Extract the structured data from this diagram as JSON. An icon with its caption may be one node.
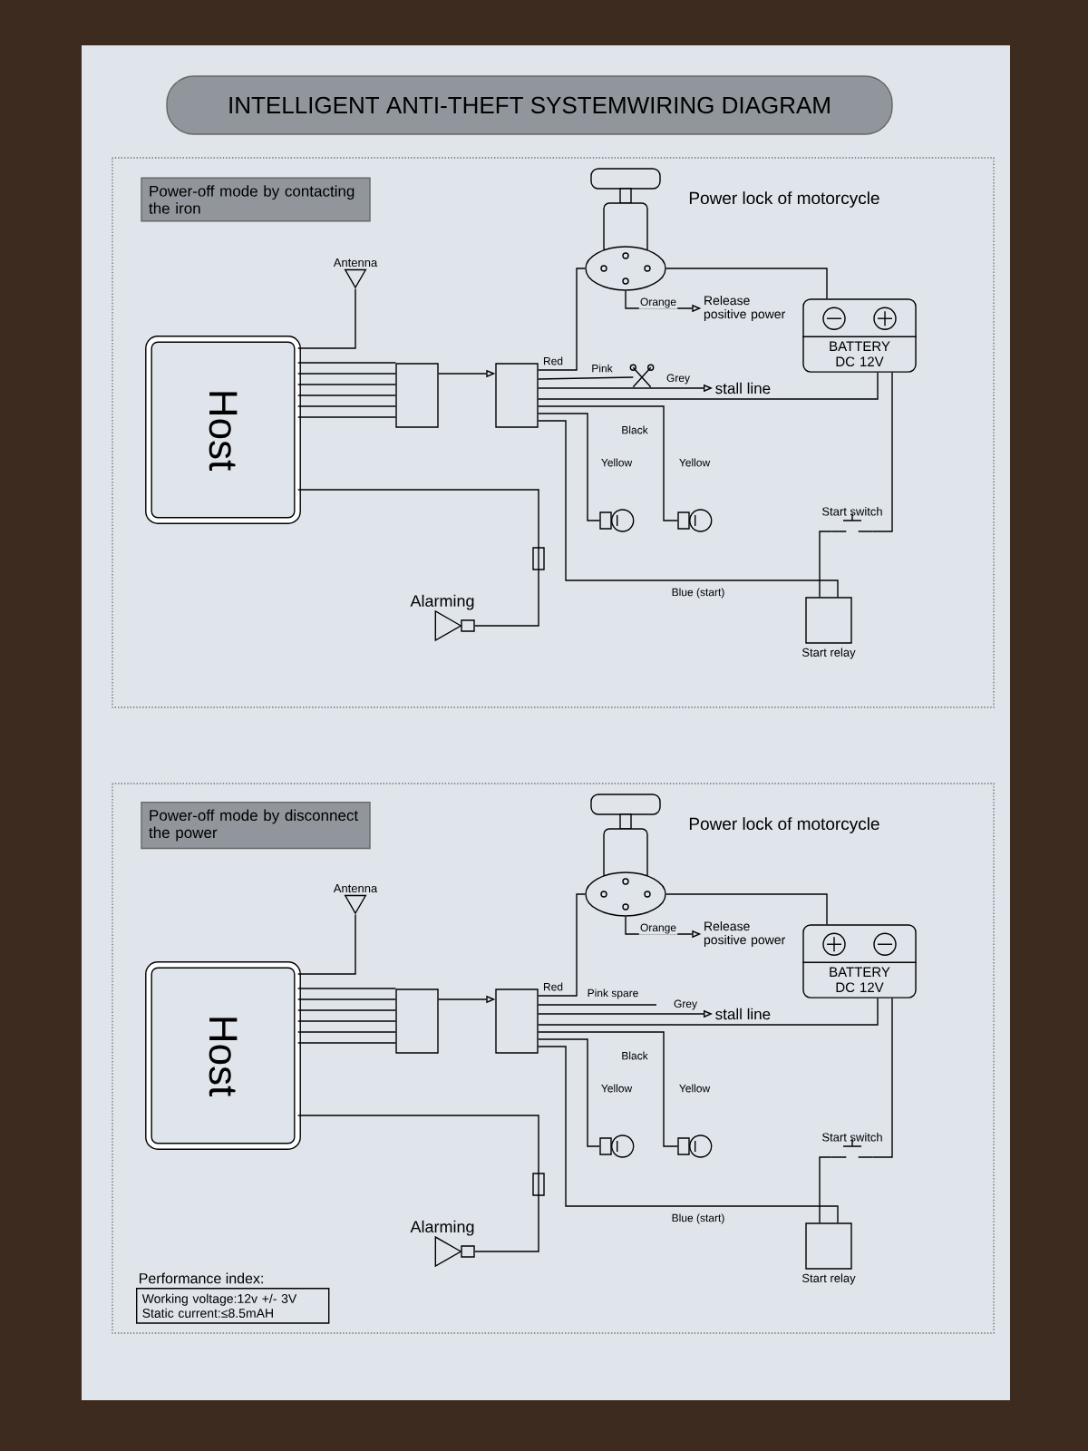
{
  "diagram": {
    "title": "INTELLIGENT ANTI-THEFT SYSTEMWIRING DIAGRAM",
    "nodes": [
      {
        "text": [
          "Power-off mode by contacting the iron"
        ]
      },
      {
        "text": [
          "Antenna"
        ]
      },
      {
        "text": [
          "Host"
        ]
      },
      {
        "text": [],
        "shape": "box"
      },
      {
        "text": [],
        "shape": "box"
      },
      {
        "text": [
          "Alarming"
        ]
      },
      {
        "text": [
          "Power lock of motorcycle"
        ]
      },
      {
        "text": [
          "Release positive power"
        ]
      },
      {
        "text": [
          "BATTERY DC 12V"
        ]
      },
      {
        "text": [
          "stall line"
        ]
      },
      {
        "text": [],
        "shape": "picture"
      },
      {
        "text": [],
        "shape": "picture"
      },
      {
        "text": [
          "Start switch"
        ]
      },
      {
        "text": [
          "Start relay"
        ]
      },
      {
        "text": [
          "Power-off mode by disconnect the power"
        ]
      },
      {
        "text": [
          "Antenna"
        ]
      },
      {
        "text": [
          "Host"
        ]
      },
      {
        "text": [],
        "shape": "box"
      },
      {
        "text": [],
        "shape": "box"
      },
      {
        "text": [
          "Alarming"
        ]
      },
      {
        "text": [
          "Power lock of motorcycle"
        ]
      },
      {
        "text": [
          "Release positive power"
        ]
      },
      {
        "text": [
          "BATTERY DC 12V"
        ]
      },
      {
        "text": [
          "stall line"
        ]
      },
      {
        "text": [],
        "shape": "picture"
      },
      {
        "text": [],
        "shape": "picture"
      },
      {
        "text": [
          "Start switch"
        ]
      },
      {
        "text": [
          "Start relay"
        ]
      },
      {
        "text": [
          "Performance index:",
          "Working voltage:12v +/- 3V Static current:≤8.5mAH"
        ]
      },
      {
        "text": [],
        "shape": "scissors"
      }
    ],
    "edges": [
      {
        "from": 1,
        "to": 2,
        "arrow": "none"
      },
      {
        "from": 2,
        "to": 3,
        "arrow": "none"
      },
      {
        "from": 3,
        "to": 4,
        "arrow": "to"
      },
      {
        "from": 2,
        "to": 5,
        "arrow": "none"
      },
      {
        "from": 4,
        "to": 6,
        "arrow": "none",
        "label": "Red"
      },
      {
        "from": 4,
        "to": 29,
        "arrow": "none",
        "label": "Pink"
      },
      {
        "from": 6,
        "to": 7,
        "arrow": "to",
        "label": "Orange"
      },
      {
        "from": 4,
        "to": 9,
        "arrow": "to",
        "label": "Grey"
      },
      {
        "from": 4,
        "to": 8,
        "arrow": "none",
        "label": "Black"
      },
      {
        "from": 4,
        "to": 10,
        "arrow": "none",
        "label": "Yellow"
      },
      {
        "from": 4,
        "to": 11,
        "arrow": "none",
        "label": "Yellow"
      },
      {
        "from": 4,
        "to": 13,
        "arrow": "none",
        "label": "Blue (start)"
      },
      {
        "from": 6,
        "to": 8,
        "arrow": "none"
      },
      {
        "from": 8,
        "to": 12,
        "arrow": "none"
      },
      {
        "from": 12,
        "to": 13,
        "arrow": "none"
      },
      {
        "from": 15,
        "to": 16,
        "arrow": "none"
      },
      {
        "from": 16,
        "to": 17,
        "arrow": "none"
      },
      {
        "from": 17,
        "to": 18,
        "arrow": "to"
      },
      {
        "from": 16,
        "to": 19,
        "arrow": "none"
      },
      {
        "from": 18,
        "to": 20,
        "arrow": "none",
        "label": "Red"
      },
      {
        "from": 18,
        "to": null,
        "arrow": "none",
        "label": "Pink spare"
      },
      {
        "from": 20,
        "to": 21,
        "arrow": "to",
        "label": "Orange"
      },
      {
        "from": 18,
        "to": 23,
        "arrow": "to",
        "label": "Grey"
      },
      {
        "from": 18,
        "to": 22,
        "arrow": "none",
        "label": "Black"
      },
      {
        "from": 18,
        "to": 24,
        "arrow": "none",
        "label": "Yellow"
      },
      {
        "from": 18,
        "to": 25,
        "arrow": "none",
        "label": "Yellow"
      },
      {
        "from": 18,
        "to": 27,
        "arrow": "none",
        "label": "Blue (start)"
      },
      {
        "from": 20,
        "to": 22,
        "arrow": "none"
      },
      {
        "from": 22,
        "to": 26,
        "arrow": "none"
      },
      {
        "from": 26,
        "to": 27,
        "arrow": "none"
      },
      {
        "from": 2,
        "to": 3,
        "arrow": "none"
      },
      {
        "from": 2,
        "to": 3,
        "arrow": "none"
      },
      {
        "from": 2,
        "to": 3,
        "arrow": "none"
      },
      {
        "from": 2,
        "to": 3,
        "arrow": "none"
      },
      {
        "from": 2,
        "to": 3,
        "arrow": "none"
      },
      {
        "from": 16,
        "to": 17,
        "arrow": "none"
      },
      {
        "from": 16,
        "to": 17,
        "arrow": "none"
      },
      {
        "from": 16,
        "to": 17,
        "arrow": "none"
      },
      {
        "from": 16,
        "to": 17,
        "arrow": "none"
      },
      {
        "from": 16,
        "to": 17,
        "arrow": "none"
      }
    ]
  }
}
